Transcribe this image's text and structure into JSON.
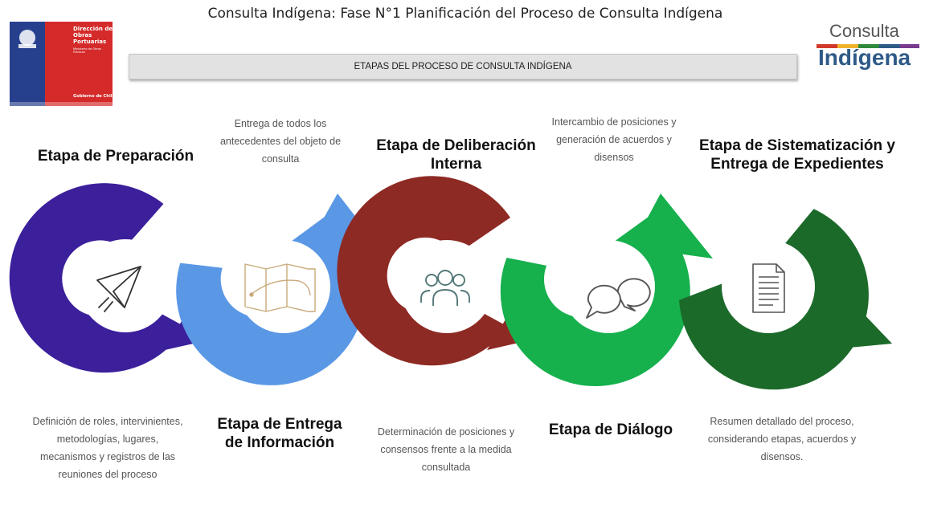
{
  "header": {
    "title": "Consulta Indígena: Fase N°1 Planificación del Proceso de Consulta Indígena",
    "subtitle": "ETAPAS DEL PROCESO DE CONSULTA INDÍGENA"
  },
  "logo_left": {
    "lines": [
      "Dirección de",
      "Obras",
      "Portuarias"
    ],
    "ministry": "Ministerio de Obras Públicas",
    "footer": "Gobierno de Chile"
  },
  "logo_right": {
    "top": "Consulta",
    "bottom": "Indígena"
  },
  "stages": [
    {
      "title": "Etapa de Preparación",
      "description": "Definición de roles, intervinientes, metodologías, lugares, mecanismos y registros de las reuniones del proceso",
      "color": "#3c1f9b",
      "icon": "paper-plane-icon"
    },
    {
      "title": "Etapa de Entrega de Información",
      "description": "Entrega de todos los antecedentes del objeto de consulta",
      "color": "#5a98e6",
      "icon": "map-icon"
    },
    {
      "title": "Etapa de Deliberación Interna",
      "description": "Determinación de posiciones y consensos frente a la medida consultada",
      "color": "#8e2a24",
      "icon": "people-group-icon"
    },
    {
      "title": "Etapa de Diálogo",
      "description": "Intercambio de posiciones y generación de acuerdos y disensos",
      "color": "#16b04d",
      "icon": "speech-bubbles-icon"
    },
    {
      "title": "Etapa de Sistematización y Entrega de Expedientes",
      "description": "Resumen detallado del proceso, considerando etapas, acuerdos y disensos.",
      "color": "#1c6a2a",
      "icon": "document-icon"
    }
  ]
}
